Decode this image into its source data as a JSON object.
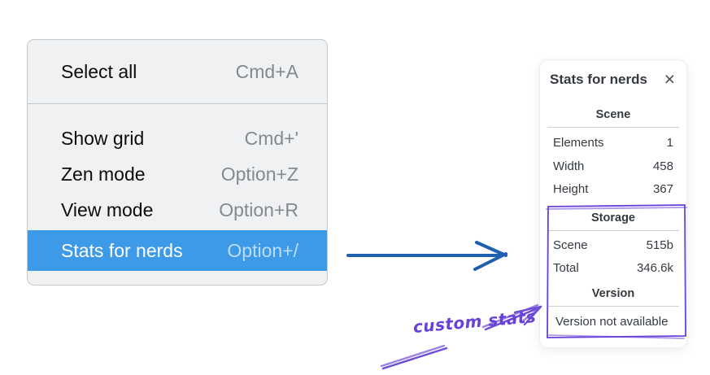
{
  "colors": {
    "menu_highlight_blue": "#3d9ae8",
    "flow_arrow_blue": "#1e5fae",
    "annotation_purple": "#6741d9"
  },
  "menu": {
    "highlighted_item": "Stats for nerds",
    "items": [
      {
        "label": "Select all",
        "shortcut": "Cmd+A"
      },
      {
        "label": "Show grid",
        "shortcut": "Cmd+'"
      },
      {
        "label": "Zen mode",
        "shortcut": "Option+Z"
      },
      {
        "label": "View mode",
        "shortcut": "Option+R"
      },
      {
        "label": "Stats for nerds",
        "shortcut": "Option+/"
      }
    ]
  },
  "stats_panel": {
    "title": "Stats for nerds",
    "close_icon": "×",
    "scene_section": {
      "heading": "Scene",
      "rows": [
        {
          "label": "Elements",
          "value": "1"
        },
        {
          "label": "Width",
          "value": "458"
        },
        {
          "label": "Height",
          "value": "367"
        }
      ]
    },
    "storage_section": {
      "heading": "Storage",
      "rows": [
        {
          "label": "Scene",
          "value": "515b"
        },
        {
          "label": "Total",
          "value": "346.6k"
        }
      ]
    },
    "version_section": {
      "heading": "Version",
      "note": "Version not available"
    }
  },
  "annotation": {
    "label": "custom stats"
  }
}
